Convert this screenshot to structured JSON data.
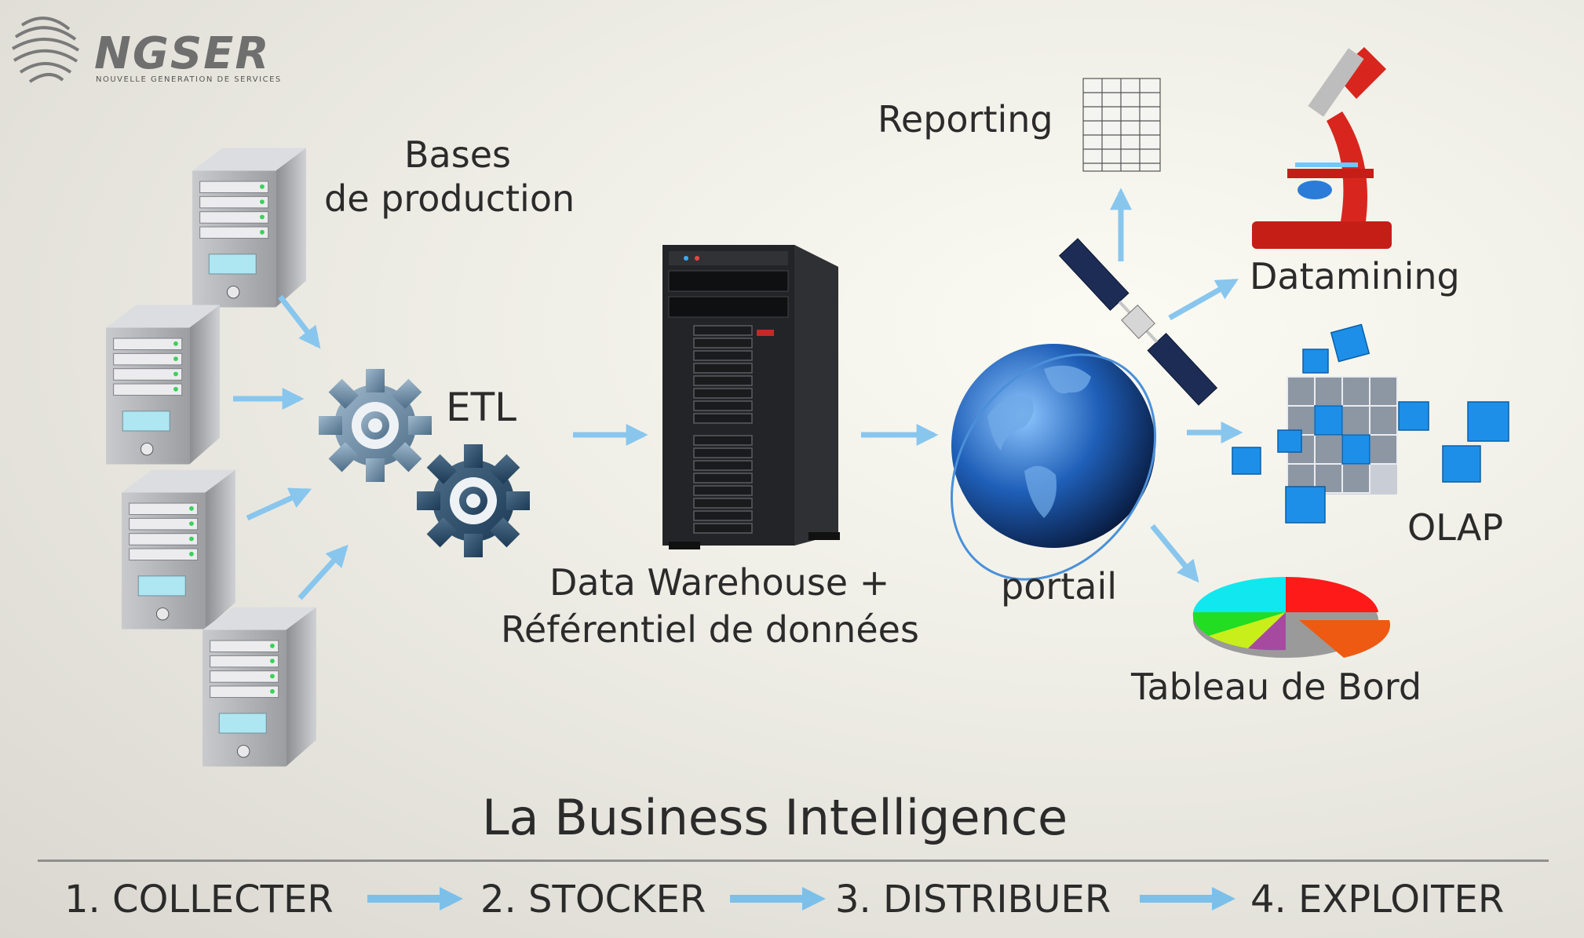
{
  "logo": {
    "name": "NGSER",
    "tagline": "NOUVELLE GENERATION DE SERVICES"
  },
  "diagram": {
    "sources_label_line1": "Bases",
    "sources_label_line2": "de production",
    "etl_label": "ETL",
    "warehouse_label_line1": "Data Warehouse +",
    "warehouse_label_line2": "Référentiel de données",
    "portal_label": "portail",
    "outputs": {
      "reporting": "Reporting",
      "datamining": "Datamining",
      "olap": "OLAP",
      "dashboard": "Tableau de Bord"
    }
  },
  "title": "La Business Intelligence",
  "steps": [
    {
      "label": "1. COLLECTER"
    },
    {
      "label": "2. STOCKER"
    },
    {
      "label": "3. DISTRIBUER"
    },
    {
      "label": "4. EXPLOITER"
    }
  ],
  "colors": {
    "arrow": "#88c6ee",
    "text": "#2b2b2b",
    "server_body": "#a9abb0",
    "gear": "#6f8ca3",
    "microscope": "#d8261e"
  },
  "icons": [
    "logo-mark-icon",
    "server-icon",
    "gear-icon",
    "tower-server-icon",
    "globe-icon",
    "satellite-icon",
    "report-table-icon",
    "microscope-icon",
    "cube-icon",
    "pie-chart-icon"
  ]
}
